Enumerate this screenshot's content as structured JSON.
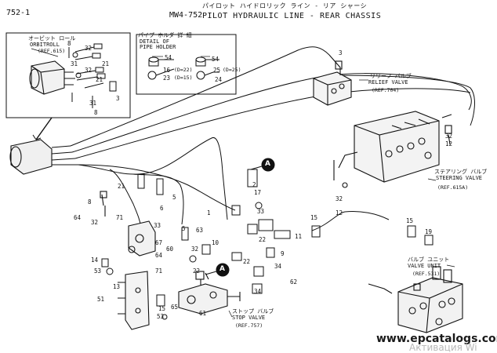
{
  "page_number": "752-1",
  "model_code": "MW4-752",
  "title_jp": "パイロット ハイドロリック ライン - リア シャーシ",
  "title_en": "PILOT HYDRAULIC LINE - REAR CHASSIS",
  "orbitroll": {
    "jp": "オービット ロール",
    "label": "ORBITROLL",
    "ref": "(REF.615)"
  },
  "pipe_holder": {
    "jp": "パイプ ホルダ 詳 細",
    "label1": "DETAIL OF",
    "label2": "PIPE HOLDER",
    "callouts": [
      "54",
      "16",
      "23",
      "(D=22)",
      "(D=15)",
      "54",
      "25",
      "(D=25)",
      "24"
    ]
  },
  "relief_valve": {
    "jp": "リリーフ バルブ",
    "label": "RELIEF VALVE",
    "ref": "(REF.704)"
  },
  "steering_valve": {
    "jp": "ステアリング バルブ",
    "label": "STEERING VALVE",
    "ref": "(REF.615A)"
  },
  "valve_unit": {
    "jp": "バルブ ユニット",
    "label": "VALVE UNIT",
    "ref": "(REF.531)"
  },
  "stop_valve": {
    "jp": "ストップ バルブ",
    "label": "STOP VALVE",
    "ref": "(REF.757)"
  },
  "callouts": {
    "orbit_area": [
      "32",
      "8",
      "31",
      "21",
      "32",
      "21",
      "3",
      "31",
      "8"
    ],
    "main": [
      "3",
      "32",
      "12",
      "32",
      "12",
      "15",
      "15",
      "19",
      "1",
      "17",
      "33",
      "22",
      "11",
      "9",
      "34",
      "62",
      "34",
      "22",
      "10",
      "63",
      "32",
      "22",
      "67",
      "33",
      "5",
      "6",
      "21",
      "64",
      "32",
      "71",
      "8",
      "60",
      "14",
      "53",
      "51",
      "13",
      "71",
      "64",
      "65",
      "15",
      "53",
      "61",
      "5",
      "2"
    ]
  },
  "markers": [
    "A",
    "A"
  ],
  "watermark": "www.epcatalogs.com",
  "activation_text": "Активация Wi"
}
